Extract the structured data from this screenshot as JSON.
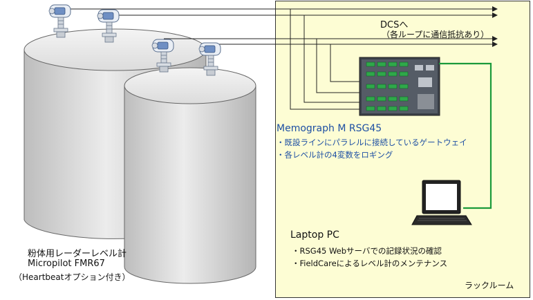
{
  "dcs": {
    "title": "DCSへ",
    "note": "（各ループに通信抵抗あり）"
  },
  "memograph": {
    "title": "Memograph M RSG45",
    "bullets": [
      "・既設ラインにパラレルに接続しているゲートウェイ",
      "・各レベル計の4変数をロギング"
    ]
  },
  "laptop": {
    "title": "Laptop PC",
    "bullets": [
      "・RSG45 Webサーバでの記録状況の確認",
      "・FieldCareによるレベル計のメンテナンス"
    ]
  },
  "level_meter": {
    "title": "粉体用レーダーレベル計",
    "model": "Micropilot FMR67",
    "option": "（Heartbeatオプション付き）"
  },
  "rack_room": "ラックルーム",
  "colors": {
    "room_fill": "#fdfdd4",
    "memograph_text": "#1d4fa3",
    "ethernet": "#1a9a3a",
    "wire": "#222222",
    "tank": "#d9d9d9"
  },
  "icons": [
    "silo-tank",
    "radar-level-transmitter",
    "memograph-recorder",
    "laptop-icon",
    "arrow-head"
  ]
}
